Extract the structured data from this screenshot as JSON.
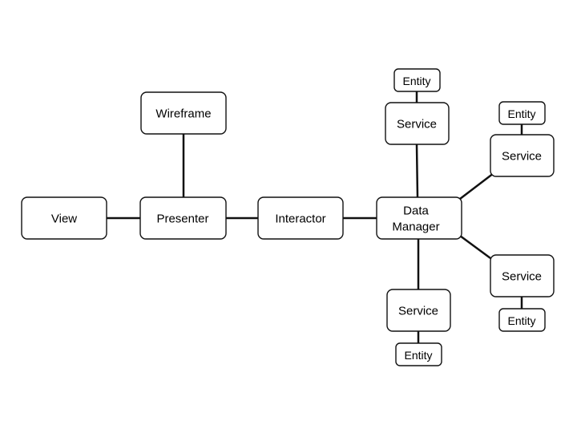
{
  "diagram": {
    "nodes": {
      "view": {
        "label": "View"
      },
      "presenter": {
        "label": "Presenter"
      },
      "wireframe": {
        "label": "Wireframe"
      },
      "interactor": {
        "label": "Interactor"
      },
      "data_manager": {
        "label_line1": "Data",
        "label_line2": "Manager"
      },
      "service_top": {
        "label": "Service"
      },
      "entity_top": {
        "label": "Entity"
      },
      "service_upper_right": {
        "label": "Service"
      },
      "entity_upper_right": {
        "label": "Entity"
      },
      "service_lower_right": {
        "label": "Service"
      },
      "entity_lower_right": {
        "label": "Entity"
      },
      "service_bottom": {
        "label": "Service"
      },
      "entity_bottom": {
        "label": "Entity"
      }
    },
    "edges": [
      {
        "from": "View",
        "to": "Presenter"
      },
      {
        "from": "Presenter",
        "to": "Wireframe"
      },
      {
        "from": "Presenter",
        "to": "Interactor"
      },
      {
        "from": "Interactor",
        "to": "Data Manager"
      },
      {
        "from": "Data Manager",
        "to": "Service"
      },
      {
        "from": "Data Manager",
        "to": "Service"
      },
      {
        "from": "Data Manager",
        "to": "Service"
      },
      {
        "from": "Data Manager",
        "to": "Service"
      },
      {
        "from": "Service",
        "to": "Entity"
      },
      {
        "from": "Service",
        "to": "Entity"
      },
      {
        "from": "Service",
        "to": "Entity"
      },
      {
        "from": "Service",
        "to": "Entity"
      }
    ]
  }
}
